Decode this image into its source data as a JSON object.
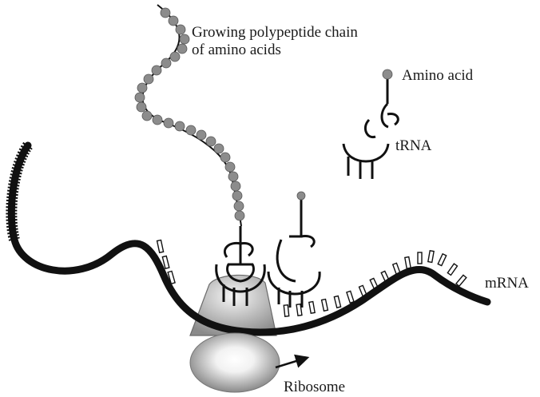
{
  "labels": {
    "chain_line1": "Growing polypeptide chain",
    "chain_line2": "of amino acids",
    "amino_acid": "Amino acid",
    "trna": "tRNA",
    "mrna": "mRNA",
    "ribosome": "Ribosome"
  },
  "colors": {
    "strand": "#111111",
    "bead": "#8c8c8c",
    "ribosome_light": "#f4f4f4",
    "ribosome_dark": "#7d7d7d"
  }
}
